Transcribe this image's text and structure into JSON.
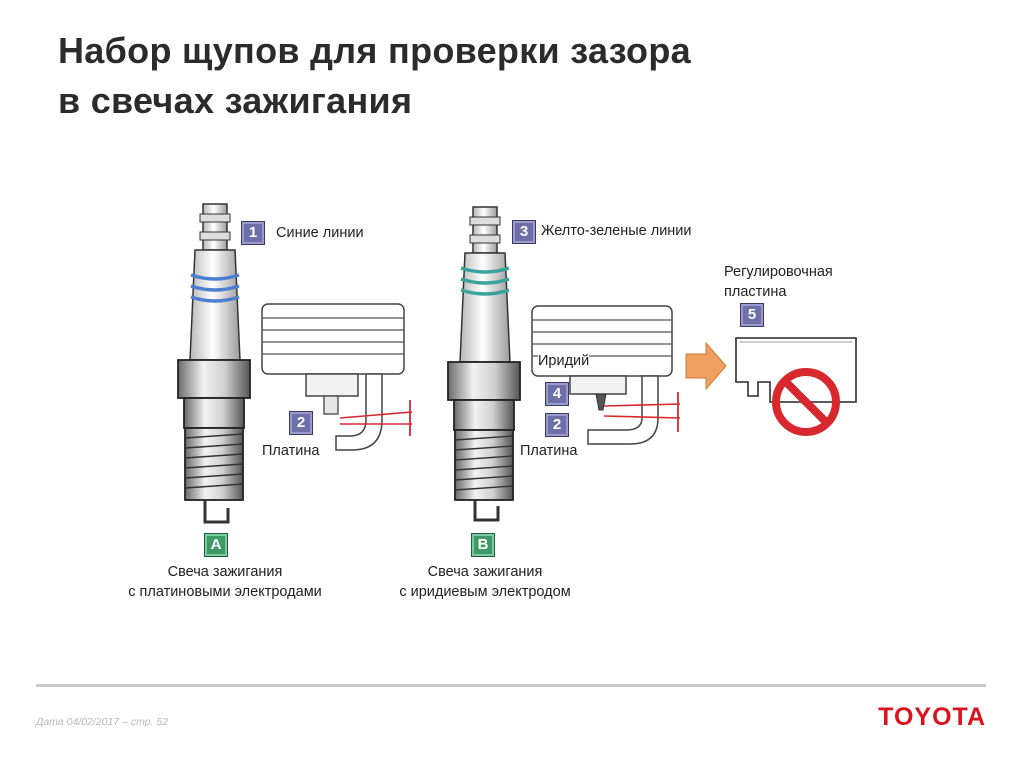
{
  "title_line1": "Набор щупов для проверки зазора",
  "title_line2": "в свечах зажигания",
  "labels": {
    "blue_lines": "Синие линии",
    "yellow_green_lines": "Желто-зеленые линии",
    "adjust_plate_1": "Регулировочная",
    "adjust_plate_2": "пластина",
    "iridium": "Иридий",
    "platinum_left": "Платина",
    "platinum_right": "Платина",
    "plug_a_1": "Свеча зажигания",
    "plug_a_2": "с платиновыми электродами",
    "plug_b_1": "Свеча зажигания",
    "plug_b_2": "с иридиевым электродом"
  },
  "badges": {
    "b1": "1",
    "b2_left": "2",
    "b3": "3",
    "b4": "4",
    "b2_right": "2",
    "b5": "5",
    "bA": "A",
    "bB": "B"
  },
  "colors": {
    "badge_purple": "#6e6ea8",
    "badge_green": "#3f9a68",
    "blue_stripes": "#4b7fd1",
    "teal_stripes": "#3aa39b",
    "gap_red": "#d8282e",
    "arrow_orange": "#f0a060",
    "prohibit_red": "#d8282e"
  },
  "footer": {
    "date": "Дата 04/02/2017 – стр. 52",
    "brand": "TOYOTA"
  }
}
